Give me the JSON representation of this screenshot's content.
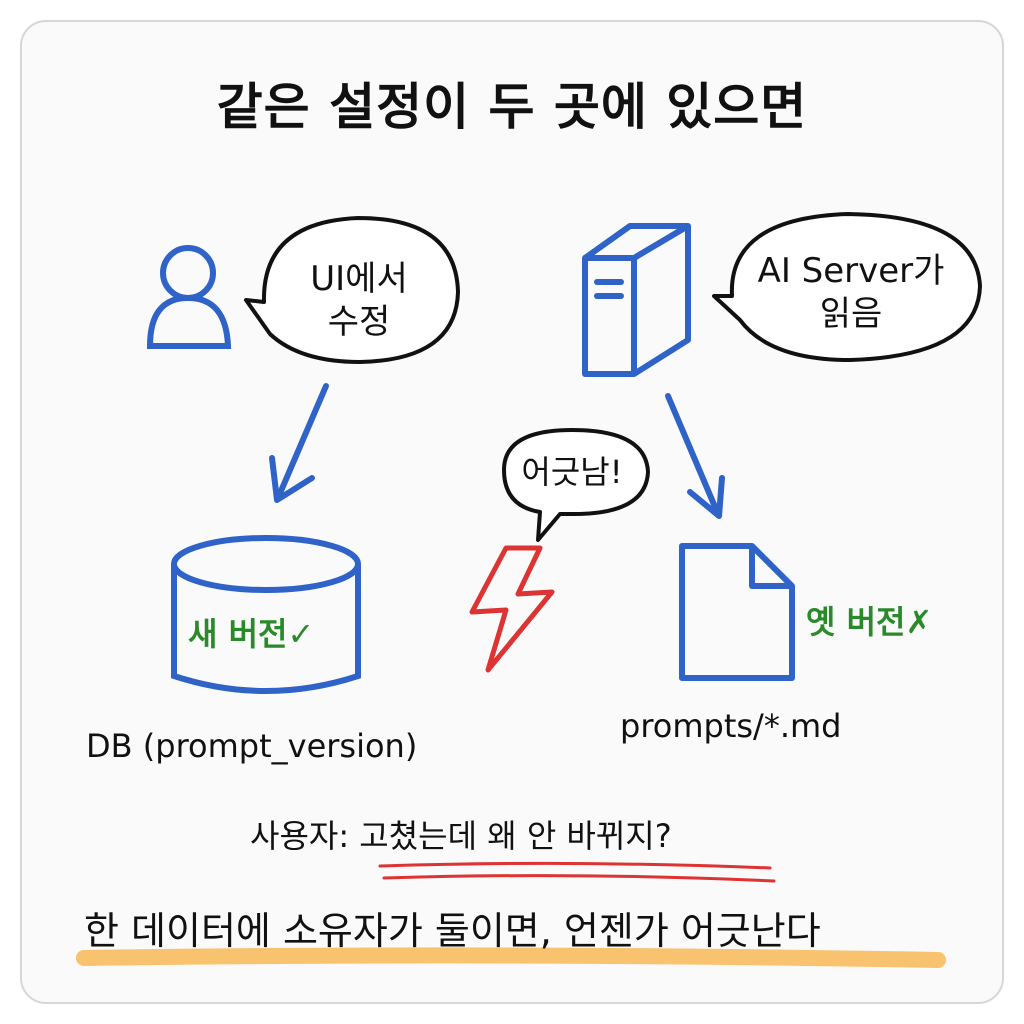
{
  "title": "같은 설정이 두 곳에 있으면",
  "left": {
    "actor_icon": "user-icon",
    "bubble_line1": "UI에서",
    "bubble_line2": "수정",
    "store_icon": "database-cylinder-icon",
    "store_badge": "새 버전✓",
    "store_label": "DB (prompt_version)"
  },
  "right": {
    "actor_icon": "server-tower-icon",
    "bubble_line1": "AI Server가",
    "bubble_line2": "읽음",
    "store_icon": "file-icon",
    "store_badge": "옛 버전✗",
    "store_label": "prompts/*.md"
  },
  "conflict": {
    "icon": "lightning-bolt-icon",
    "bubble": "어긋남!"
  },
  "question": "사용자: 고쳤는데 왜 안 바뀌지?",
  "conclusion": "한 데이터에 소유자가 둘이면, 언젠가 어긋난다",
  "colors": {
    "blue": "#2f63c8",
    "green": "#2a8a2a",
    "red": "#dd3333",
    "highlight": "#f8b756",
    "ink": "#111111"
  }
}
